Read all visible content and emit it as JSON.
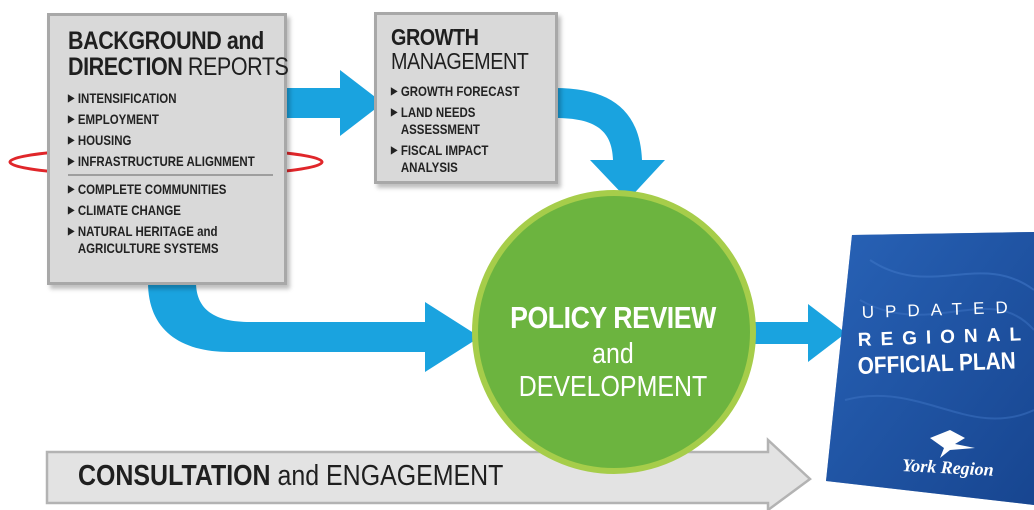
{
  "background_reports": {
    "title_bold_1": "BACKGROUND and",
    "title_bold_2": "DIRECTION",
    "title_light_2": "REPORTS",
    "items_top": [
      "INTENSIFICATION",
      "EMPLOYMENT",
      "HOUSING",
      "INFRASTRUCTURE ALIGNMENT"
    ],
    "items_bottom": [
      "COMPLETE COMMUNITIES",
      "CLIMATE CHANGE",
      "NATURAL HERITAGE and",
      "AGRICULTURE SYSTEMS"
    ]
  },
  "growth_management": {
    "title_bold": "GROWTH",
    "title_light": "MANAGEMENT",
    "items": [
      "GROWTH FORECAST",
      "LAND NEEDS",
      "ASSESSMENT",
      "FISCAL IMPACT",
      "ANALYSIS"
    ]
  },
  "policy_review": {
    "title_bold": "POLICY REVIEW",
    "title_light": "and DEVELOPMENT"
  },
  "consultation": {
    "bold": "CONSULTATION",
    "light": " and ENGAGEMENT"
  },
  "official_plan": {
    "line1": "UPDATED",
    "line2": "REGIONAL",
    "line3": "OFFICIAL PLAN",
    "logo_text": "York Region"
  },
  "colors": {
    "arrow_blue": "#1aa3df",
    "circle_green": "#6cb43f",
    "circle_border": "#a6cd4a",
    "panel_gray": "#d9d9d9",
    "highlight_red": "#e0262a",
    "plan_blue": "#1f55a8"
  }
}
